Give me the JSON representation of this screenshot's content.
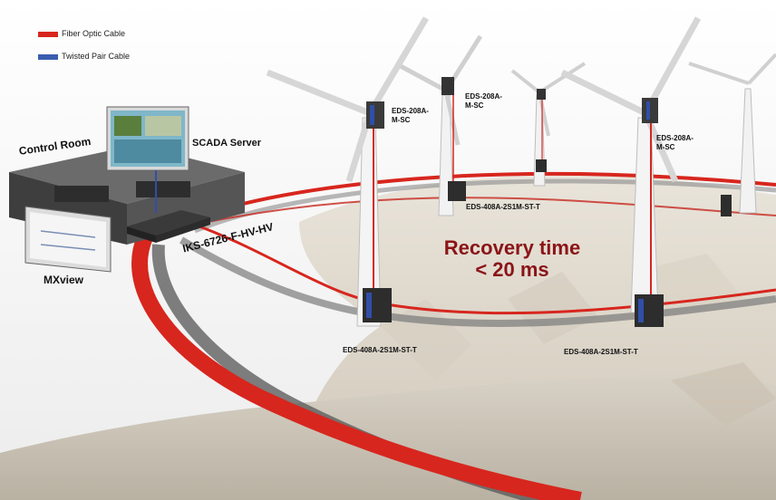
{
  "legend": {
    "fiber": {
      "label": "Fiber Optic Cable",
      "color": "#d7261e"
    },
    "twisted": {
      "label": "Twisted Pair Cable",
      "color": "#3a5db0"
    }
  },
  "labels": {
    "control_room": "Control Room",
    "scada_server": "SCADA Server",
    "mxview": "MXview",
    "core_switch": "IKS-6726-F-HV-HV",
    "recovery_line1": "Recovery time",
    "recovery_line2": "< 20 ms",
    "turbine_top_1": "EDS-208A-\nM-SC",
    "turbine_top_2": "EDS-208A-\nM-SC",
    "turbine_top_3": "EDS-208A-\nM-SC",
    "turbine_base_back": "EDS-408A-2S1M-ST-T",
    "turbine_base_front_left": "EDS-408A-2S1M-ST-T",
    "turbine_base_front_right": "EDS-408A-2S1M-ST-T"
  },
  "colors": {
    "fiber_red": "#d7261e",
    "cable_gray": "#6e6e6e",
    "accent_dark_red": "#8b1417",
    "switch_blue": "#2f4fa8"
  }
}
